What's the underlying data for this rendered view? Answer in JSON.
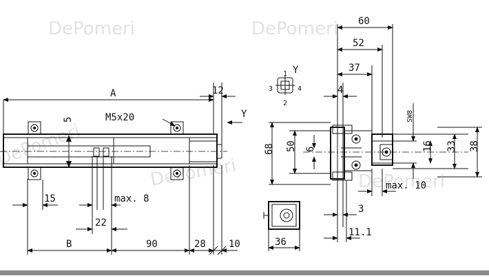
{
  "watermark": {
    "text": "DePomeri",
    "color": "#d8d8e2"
  },
  "side_view": {
    "labels": {
      "A": "A",
      "d12": "12",
      "screw": "M5x20",
      "Y": "Y",
      "d5": "5",
      "d15": "15",
      "max8": "max. 8",
      "d22": "22",
      "B": "B",
      "d90": "90",
      "d28": "28",
      "d10": "10"
    }
  },
  "front_view": {
    "labels": {
      "d60": "60",
      "d52": "52",
      "d37": "37",
      "d4": "4",
      "d68": "68",
      "d50": "50",
      "d6": "6",
      "sw8": "SW8",
      "d16": "16",
      "d33": "33",
      "d38": "38",
      "max10": "max. 10",
      "d3": "3",
      "d11": "11.1"
    }
  },
  "y_view": {
    "labels": {
      "Y": "Y",
      "p1": "1",
      "p2": "2",
      "p3": "3",
      "p4": "4"
    }
  },
  "bottom_view": {
    "labels": {
      "d36": "36"
    }
  }
}
